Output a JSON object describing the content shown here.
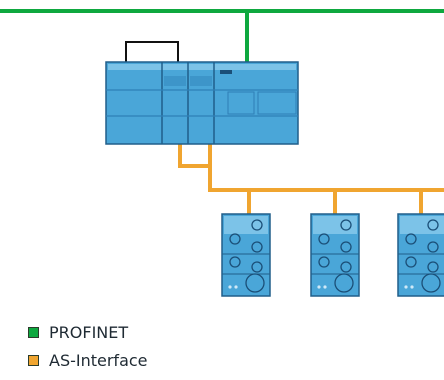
{
  "diagram": {
    "colors": {
      "profinet": "#0ea83f",
      "as_interface": "#f0a530",
      "device_fill": "#4aa6d8",
      "device_dark": "#2f7fb6",
      "device_stroke": "#205f8a",
      "bracket": "#111111"
    },
    "nodes": [
      {
        "id": "controller",
        "kind": "plc-module-rack"
      },
      {
        "id": "io-module-1",
        "kind": "as-i-io-module"
      },
      {
        "id": "io-module-2",
        "kind": "as-i-io-module"
      },
      {
        "id": "io-module-3",
        "kind": "as-i-io-module"
      }
    ],
    "connections": [
      {
        "from": "controller",
        "to": "profinet-bus",
        "network": "PROFINET"
      },
      {
        "from": "controller",
        "to": "io-module-1",
        "network": "AS-Interface"
      },
      {
        "from": "controller",
        "to": "io-module-2",
        "network": "AS-Interface"
      },
      {
        "from": "controller",
        "to": "io-module-3",
        "network": "AS-Interface"
      }
    ]
  },
  "legend": {
    "items": [
      {
        "label": "PROFINET",
        "color": "#0ea83f"
      },
      {
        "label": "AS-Interface",
        "color": "#f0a530"
      }
    ]
  }
}
